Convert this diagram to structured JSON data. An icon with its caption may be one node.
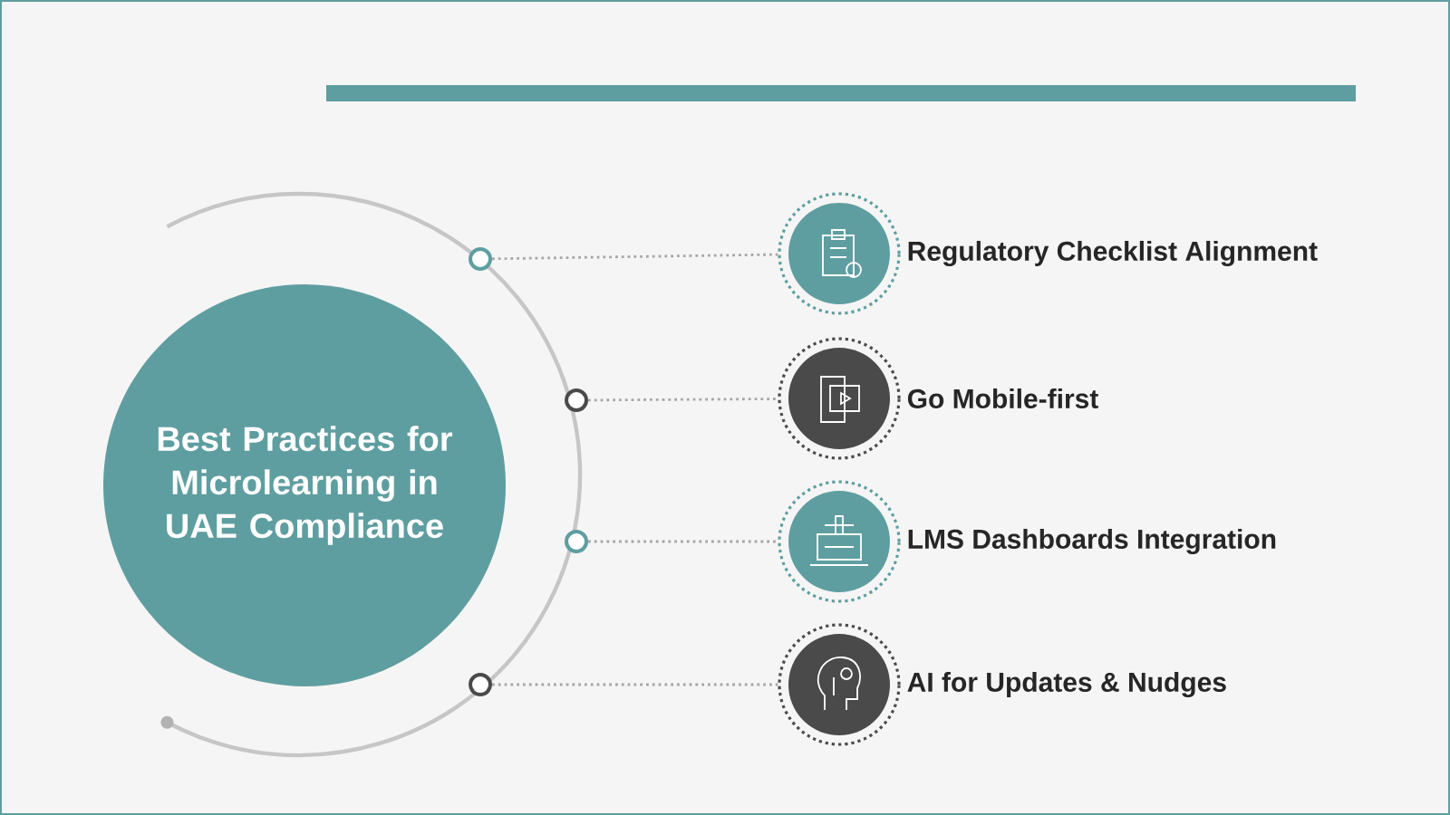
{
  "diagram": {
    "nodes": [
      {
        "text": [
          "Best Practices for Microlearning in UAE Compliance"
        ]
      },
      {
        "text": [],
        "shape": "circle"
      },
      {
        "text": [],
        "shape": "circle"
      },
      {
        "text": [],
        "shape": "circle"
      },
      {
        "text": [],
        "shape": "circle"
      },
      {
        "text": [
          "Regulatory Checklist Alignment"
        ]
      },
      {
        "text": [
          "Go Mobile-first"
        ]
      },
      {
        "text": [
          "LMS Dashboards Integration"
        ]
      },
      {
        "text": [
          "AI for Updates & Nudges"
        ]
      }
    ],
    "edges": [
      {
        "from": 1,
        "to": 5,
        "arrow": "none"
      },
      {
        "from": 2,
        "to": 6,
        "arrow": "none"
      },
      {
        "from": 3,
        "to": 7,
        "arrow": "none"
      },
      {
        "from": 4,
        "to": 8,
        "arrow": "none"
      }
    ]
  }
}
